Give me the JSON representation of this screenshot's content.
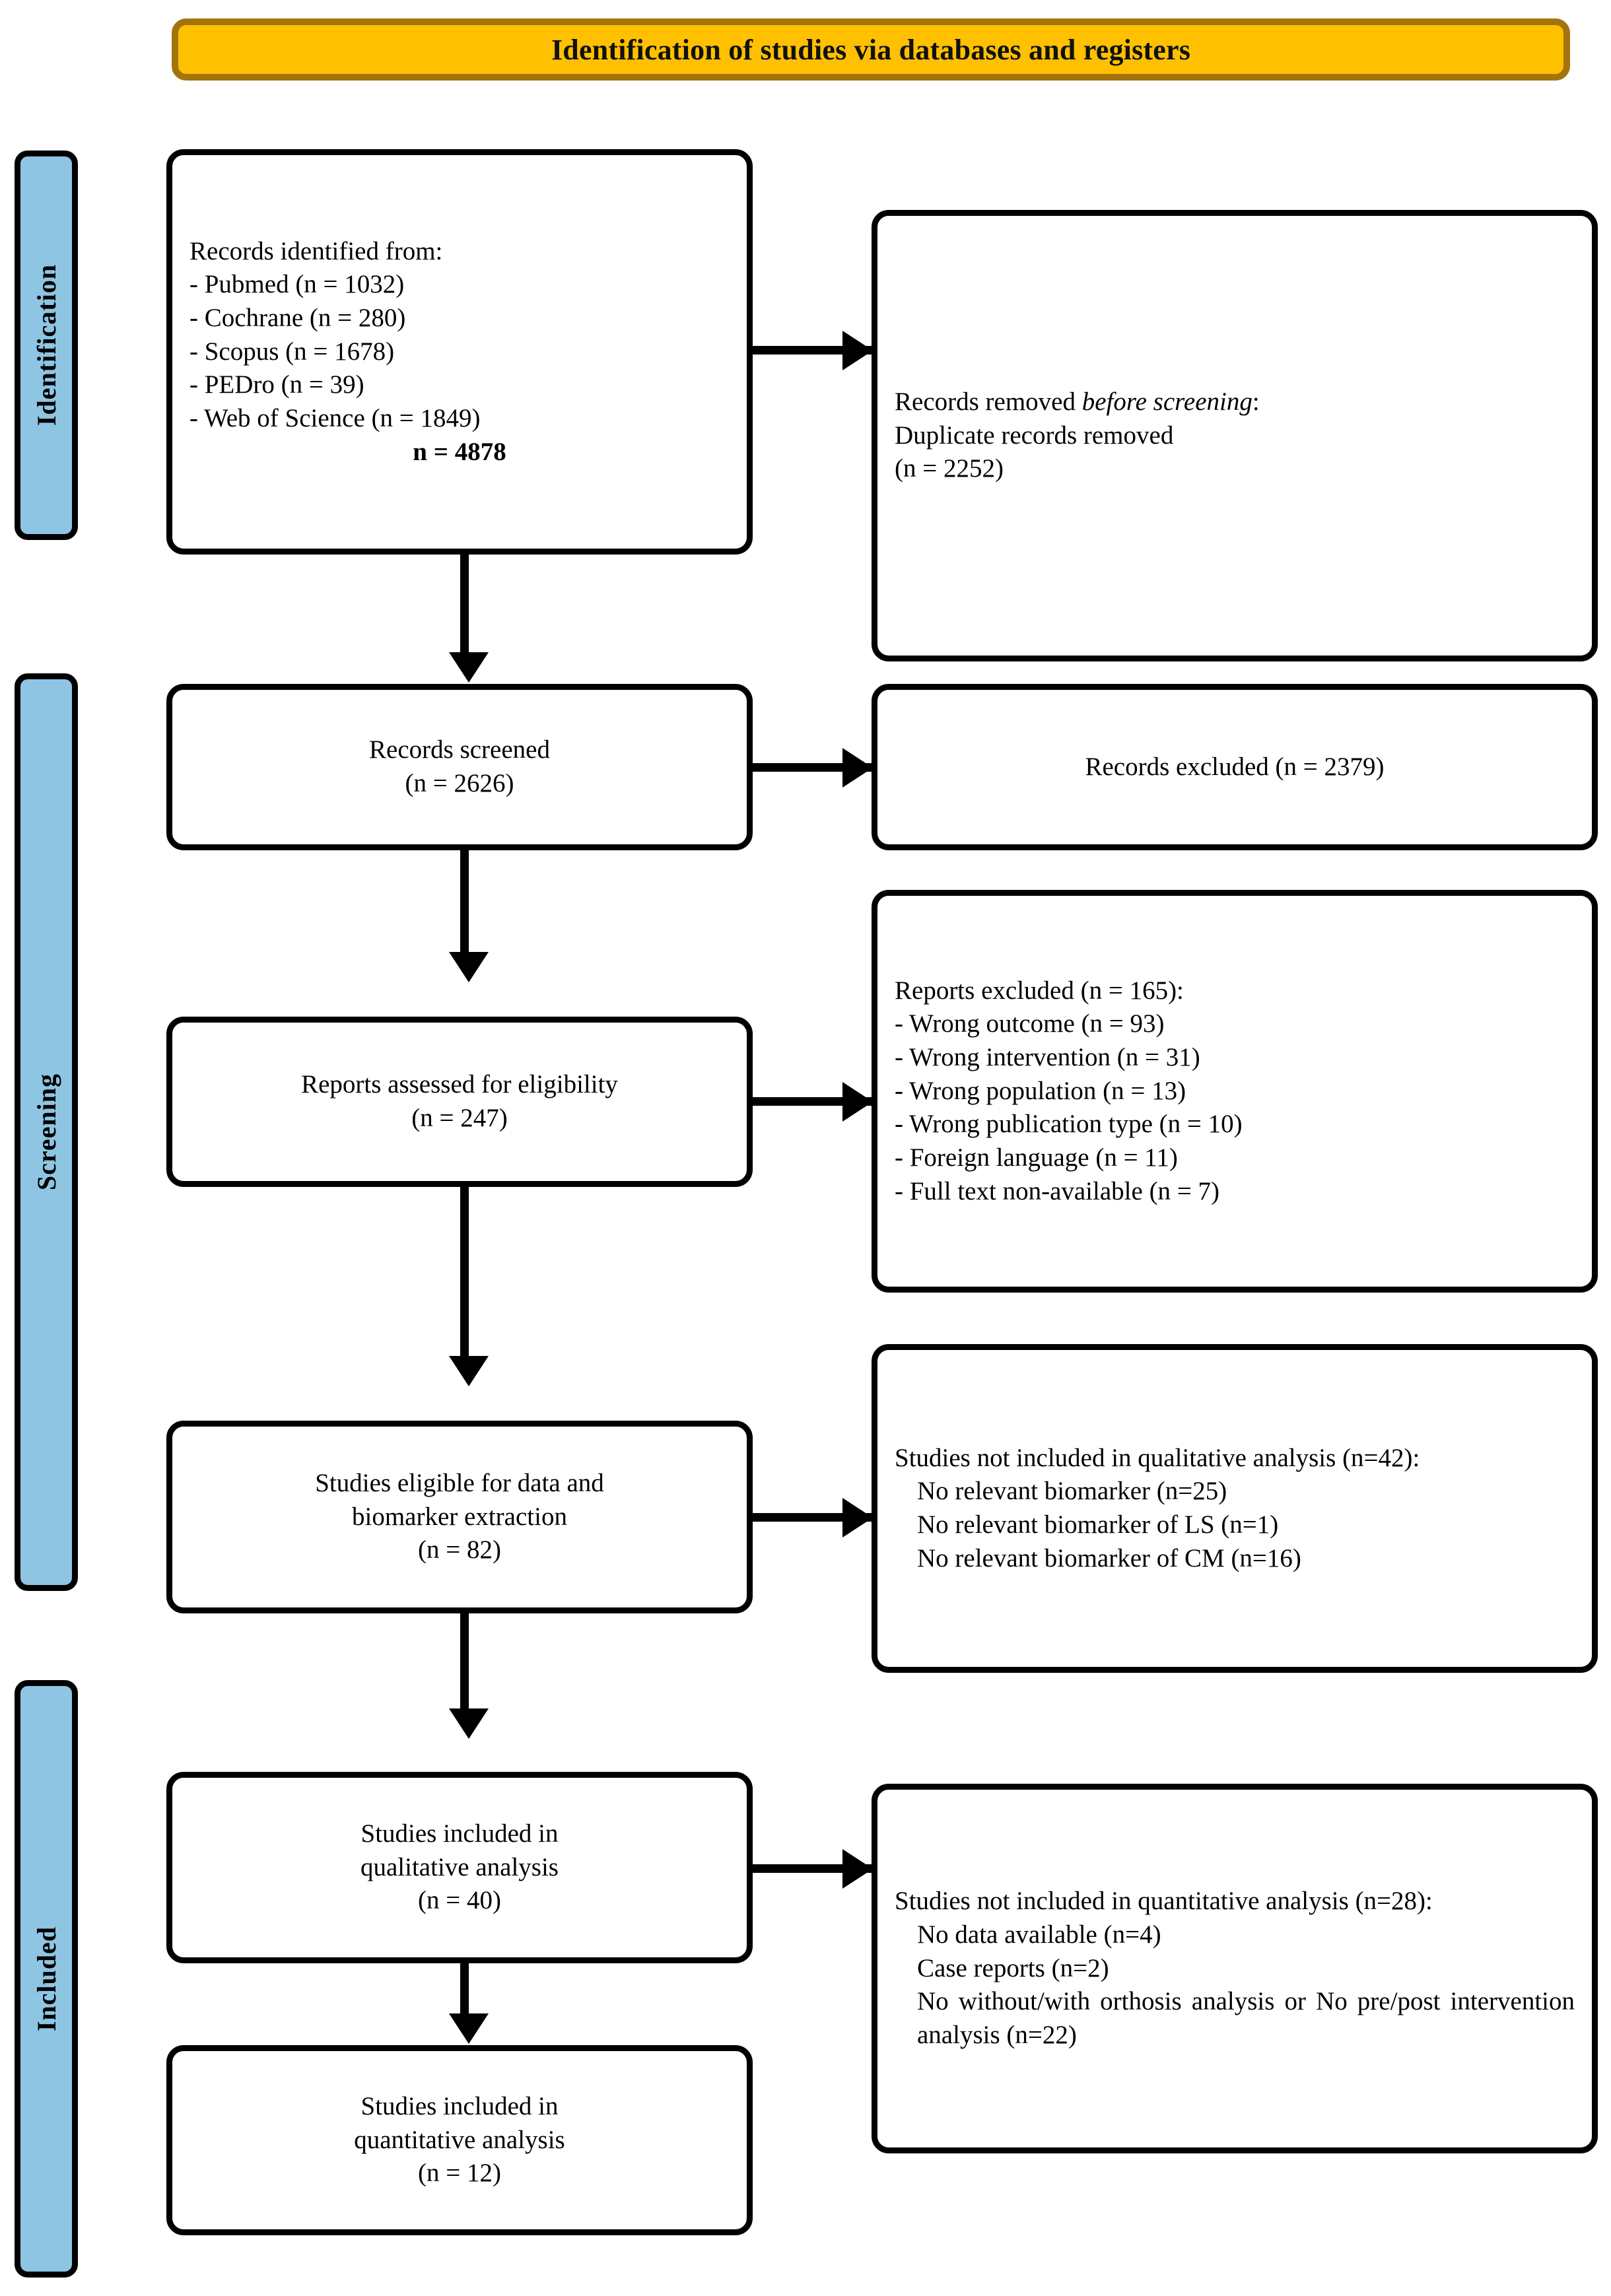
{
  "banner": {
    "title": "Identification of studies via databases and registers"
  },
  "stages": [
    {
      "key": "identification",
      "label": "Identification"
    },
    {
      "key": "screening",
      "label": "Screening"
    },
    {
      "key": "included",
      "label": "Included"
    }
  ],
  "colors": {
    "banner_fill": "#FFC000",
    "banner_border": "#A3740C",
    "stage_fill": "#8EC5E3",
    "box_border": "#000000",
    "box_fill": "#FFFFFF",
    "text": "#000000"
  },
  "boxes": {
    "identified": {
      "heading": "Records identified from:",
      "sources": [
        "- Pubmed (n = 1032)",
        "- Cochrane (n = 280)",
        "- Scopus (n = 1678)",
        "- PEDro (n = 39)",
        "- Web of Science (n = 1849)"
      ],
      "total": "n = 4878"
    },
    "removed": {
      "line1_prefix": "Records removed ",
      "line1_italic": "before screening",
      "line1_suffix": ":",
      "line2": "Duplicate records removed",
      "line3": "(n = 2252)"
    },
    "screened": {
      "line1": "Records screened",
      "line2": "(n = 2626)"
    },
    "excluded": {
      "line1": "Records excluded (n = 2379)"
    },
    "eligibility": {
      "line1": "Reports assessed for eligibility",
      "line2": "(n = 247)"
    },
    "reports_excluded": {
      "heading": "Reports excluded (n = 165):",
      "reasons": [
        "- Wrong outcome (n = 93)",
        "- Wrong intervention (n = 31)",
        "- Wrong population (n = 13)",
        "- Wrong publication type (n = 10)",
        "- Foreign language (n = 11)",
        "- Full text non-available (n = 7)"
      ]
    },
    "eligible_data": {
      "line1": "Studies eligible for data and",
      "line2": "biomarker extraction",
      "line3": "(n = 82)"
    },
    "not_qualitative": {
      "heading": "Studies not included in qualitative analysis (n=42):",
      "reasons": [
        "No relevant biomarker (n=25)",
        "No relevant biomarker of LS (n=1)",
        "No relevant biomarker of CM (n=16)"
      ]
    },
    "included_qualitative": {
      "line1": "Studies included in",
      "line2": "qualitative analysis",
      "line3": "(n = 40)"
    },
    "not_quantitative": {
      "heading": "Studies not included in quantitative analysis (n=28):",
      "reasons": [
        "No data available (n=4)",
        "Case reports (n=2)",
        "No without/with orthosis analysis or No pre/post intervention analysis (n=22)"
      ]
    },
    "included_quantitative": {
      "line1": "Studies included in",
      "line2": "quantitative analysis",
      "line3": "(n = 12)"
    }
  }
}
